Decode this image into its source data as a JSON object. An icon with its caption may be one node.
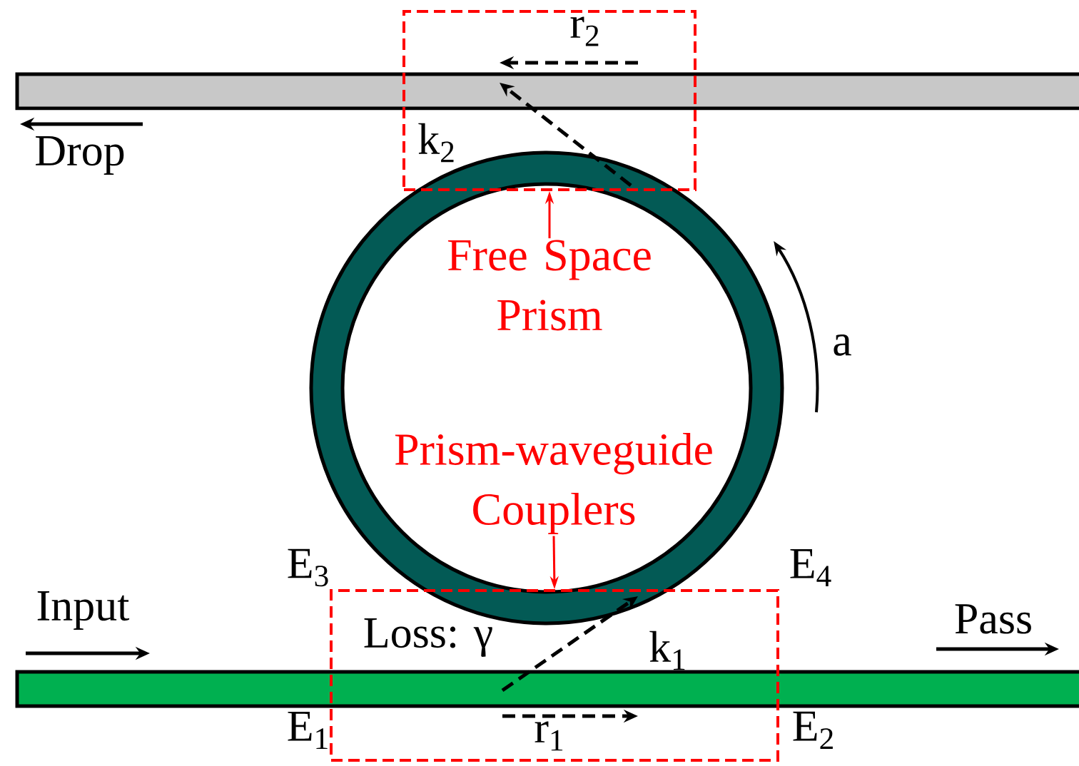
{
  "diagram": {
    "nodes": [
      {
        "text": [],
        "shape": "box"
      },
      {
        "text": [],
        "shape": "box"
      },
      {
        "text": [
          "Free Space Prism"
        ]
      },
      {
        "text": [
          "Prism-waveguide Couplers"
        ]
      }
    ],
    "edges": [
      {
        "from": 2,
        "to": 0,
        "arrow": "to",
        "color": "#ff0000"
      },
      {
        "from": 3,
        "to": 1,
        "arrow": "to",
        "color": "#ff0000"
      }
    ],
    "labels": [
      "r$_{2}$",
      "Drop",
      "k$_{2}$",
      "a",
      "E$_{3}$",
      "E$_{4}$",
      "Input",
      "Loss: γ",
      "k$_{1}$",
      "Pass",
      "E$_{1}$",
      "r$_{1}$",
      "E$_{2}$"
    ]
  }
}
